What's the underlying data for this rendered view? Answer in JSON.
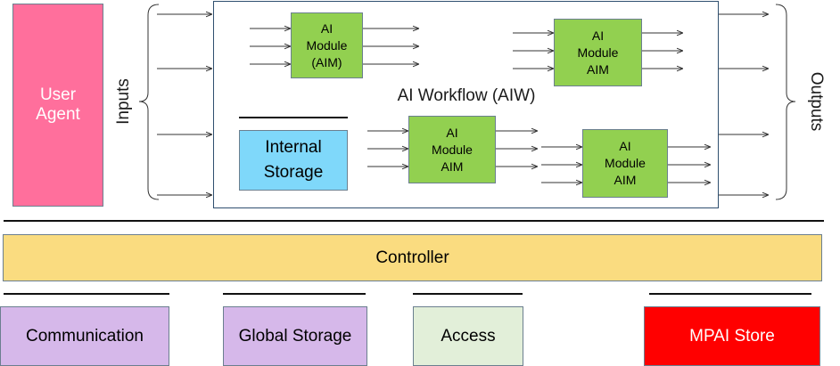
{
  "user_agent": {
    "label": "User\nAgent",
    "color": "#ff6f9c"
  },
  "inputs_label": "Inputs",
  "outputs_label": "Outputs",
  "workflow": {
    "title": "AI Workflow (AIW)"
  },
  "modules": [
    {
      "label": "AI\nModule\n(AIM)",
      "color": "#92d050"
    },
    {
      "label": "AI\nModule\nAIM",
      "color": "#92d050"
    },
    {
      "label": "AI\nModule\nAIM",
      "color": "#92d050"
    },
    {
      "label": "AI\nModule\nAIM",
      "color": "#92d050"
    }
  ],
  "internal_storage": {
    "label": "Internal\nStorage",
    "color": "#7fd8fa"
  },
  "controller": {
    "label": "Controller",
    "color": "#fadc80"
  },
  "bottom_blocks": [
    {
      "label": "Communication",
      "color": "#d6b8ea"
    },
    {
      "label": "Global Storage",
      "color": "#d6b8ea"
    },
    {
      "label": "Access",
      "color": "#e2efd9"
    },
    {
      "label": "MPAI Store",
      "color": "#ff0000"
    }
  ]
}
